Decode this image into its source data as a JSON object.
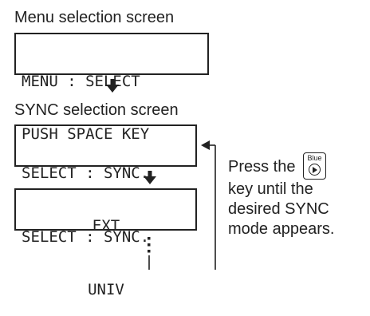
{
  "menu_caption": "Menu selection screen",
  "menu_lcd": {
    "line1": "MENU : SELECT",
    "line2": "PUSH SPACE KEY"
  },
  "sync_caption": "SYNC selection screen",
  "sync_lcd_1": {
    "line1": "SELECT : SYNC.",
    "line2": "EXT"
  },
  "sync_lcd_2": {
    "line1": "SELECT : SYNC.",
    "line2": "UNIV"
  },
  "note": {
    "press_the": "Press the",
    "key_label": "Blue",
    "line2": "key until the",
    "line3": "desired SYNC",
    "line4": "mode appears."
  }
}
